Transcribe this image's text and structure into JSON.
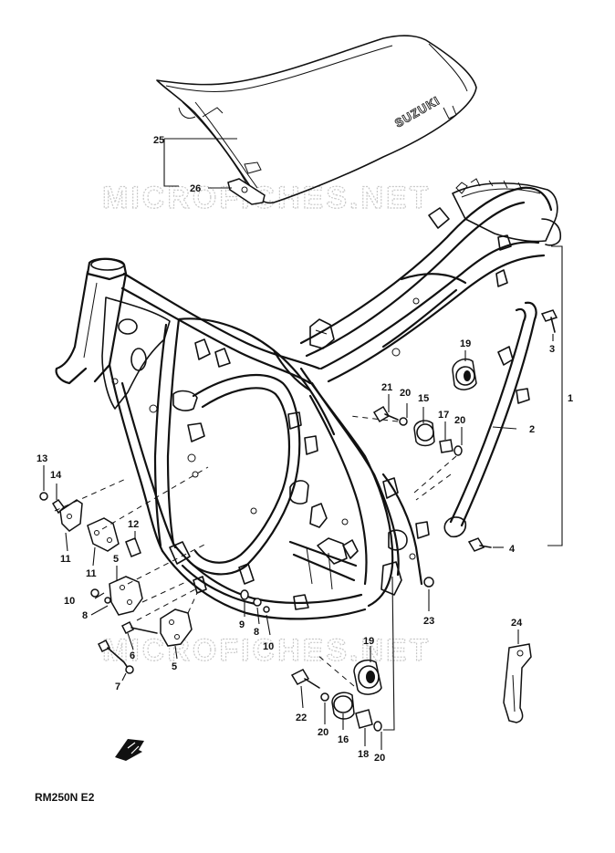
{
  "diagram": {
    "model_code": "RM250N E2",
    "seat_brand": "SUZUKI",
    "watermarks": [
      "MICROFICHES.NET",
      "MICROFICHES.NET"
    ],
    "callouts": [
      {
        "id": "c1",
        "num": "1"
      },
      {
        "id": "c2",
        "num": "2"
      },
      {
        "id": "c3",
        "num": "3"
      },
      {
        "id": "c4",
        "num": "4"
      },
      {
        "id": "c5a",
        "num": "5"
      },
      {
        "id": "c5b",
        "num": "5"
      },
      {
        "id": "c6",
        "num": "6"
      },
      {
        "id": "c7",
        "num": "7"
      },
      {
        "id": "c8a",
        "num": "8"
      },
      {
        "id": "c8b",
        "num": "8"
      },
      {
        "id": "c9",
        "num": "9"
      },
      {
        "id": "c10a",
        "num": "10"
      },
      {
        "id": "c10b",
        "num": "10"
      },
      {
        "id": "c11a",
        "num": "11"
      },
      {
        "id": "c11b",
        "num": "11"
      },
      {
        "id": "c12",
        "num": "12"
      },
      {
        "id": "c13",
        "num": "13"
      },
      {
        "id": "c14",
        "num": "14"
      },
      {
        "id": "c15",
        "num": "15"
      },
      {
        "id": "c16",
        "num": "16"
      },
      {
        "id": "c17",
        "num": "17"
      },
      {
        "id": "c18",
        "num": "18"
      },
      {
        "id": "c19a",
        "num": "19"
      },
      {
        "id": "c19b",
        "num": "19"
      },
      {
        "id": "c20a",
        "num": "20"
      },
      {
        "id": "c20b",
        "num": "20"
      },
      {
        "id": "c20c",
        "num": "20"
      },
      {
        "id": "c20d",
        "num": "20"
      },
      {
        "id": "c21",
        "num": "21"
      },
      {
        "id": "c22",
        "num": "22"
      },
      {
        "id": "c23",
        "num": "23"
      },
      {
        "id": "c24",
        "num": "24"
      },
      {
        "id": "c25",
        "num": "25"
      },
      {
        "id": "c26",
        "num": "26"
      }
    ]
  }
}
